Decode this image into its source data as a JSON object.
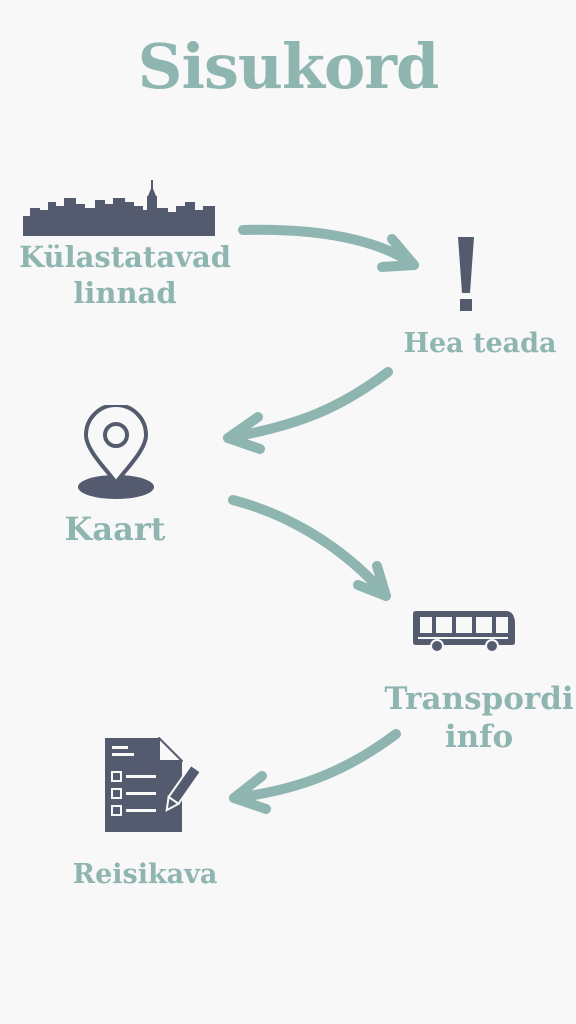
{
  "title": "Sisukord",
  "colors": {
    "accent": "#8fb5b0",
    "icon": "#555b6e",
    "background": "#f8f8f8"
  },
  "sections": [
    {
      "id": "cities",
      "label_lines": [
        "Külastatavad",
        "linnad"
      ],
      "icon": "city-skyline-icon"
    },
    {
      "id": "good-to-know",
      "label_lines": [
        "Hea teada"
      ],
      "icon": "exclamation-icon"
    },
    {
      "id": "map",
      "label_lines": [
        "Kaart"
      ],
      "icon": "map-pin-icon"
    },
    {
      "id": "transport",
      "label_lines": [
        "Transpordi",
        "info"
      ],
      "icon": "bus-icon"
    },
    {
      "id": "itinerary",
      "label_lines": [
        "Reisikava"
      ],
      "icon": "checklist-document-icon"
    }
  ]
}
